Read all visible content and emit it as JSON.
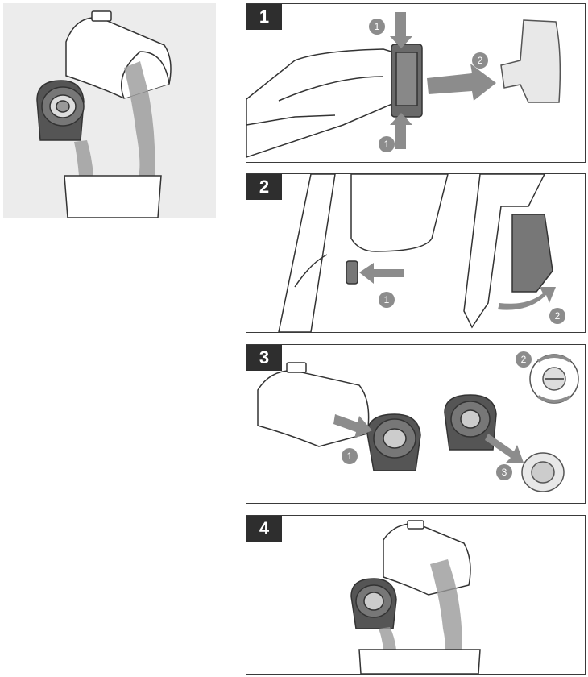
{
  "steps": [
    {
      "number": "1",
      "callouts": [
        "1",
        "1",
        "2"
      ]
    },
    {
      "number": "2",
      "callouts": [
        "1",
        "2"
      ]
    },
    {
      "number": "3",
      "callouts": [
        "1",
        "2",
        "3"
      ]
    },
    {
      "number": "4",
      "callouts": []
    }
  ],
  "colors": {
    "badge": "#2e2e2e",
    "callout": "#8c8c8c",
    "arrow": "#8c8c8c",
    "outline": "#333333",
    "dust": "#9a9a9a",
    "hero_bg": "#ececec"
  },
  "icons": [
    "dust-cup-icon",
    "filter-icon",
    "bin-icon",
    "handle-icon",
    "battery-icon",
    "release-arrow-icon",
    "rotate-arrow-icon"
  ]
}
